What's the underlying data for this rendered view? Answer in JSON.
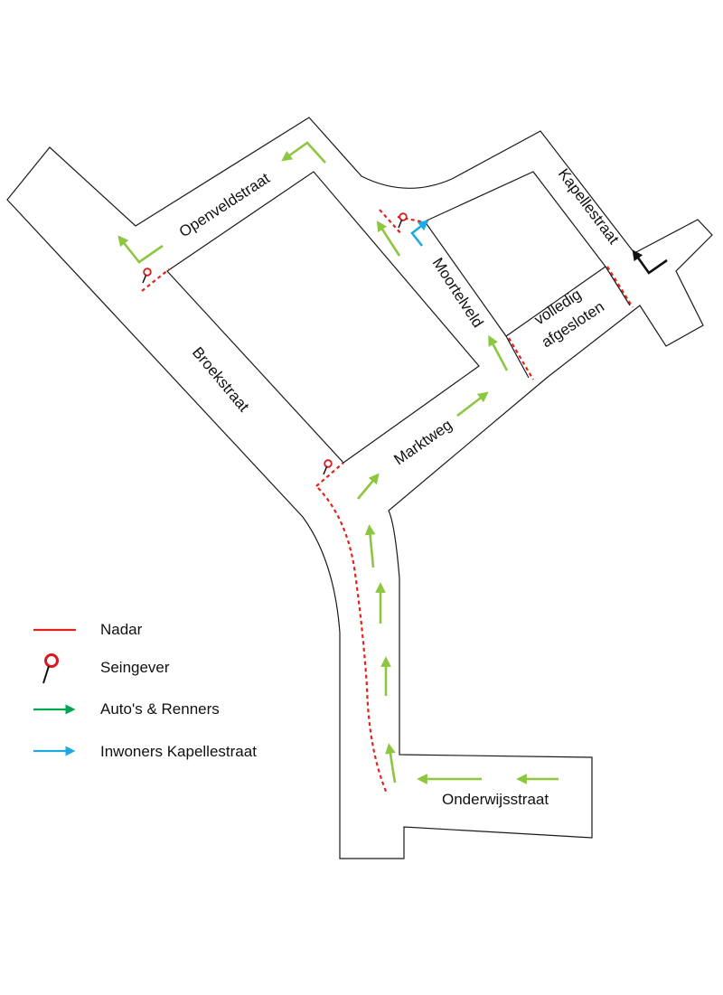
{
  "streets": {
    "openveldstraat": "Openveldstraat",
    "broekstraat": "Broekstraat",
    "moortelveld": "Moortelveld",
    "kapellestraat": "Kapellestraat",
    "marktweg": "Marktweg",
    "volledig": "volledig",
    "afgesloten": "afgesloten",
    "onderwijsstraat": "Onderwijsstraat"
  },
  "legend": {
    "nadar": "Nadar",
    "seingever": "Seingever",
    "autos_renners": "Auto's & Renners",
    "inwoners": "Inwoners Kapellestraat"
  },
  "colors": {
    "nadar": "#e2231a",
    "seingever": "#d71920",
    "route_green": "#8dc63f",
    "legend_green": "#00a651",
    "inwoners_blue": "#1fa9e1",
    "black_arrow": "#111111"
  }
}
